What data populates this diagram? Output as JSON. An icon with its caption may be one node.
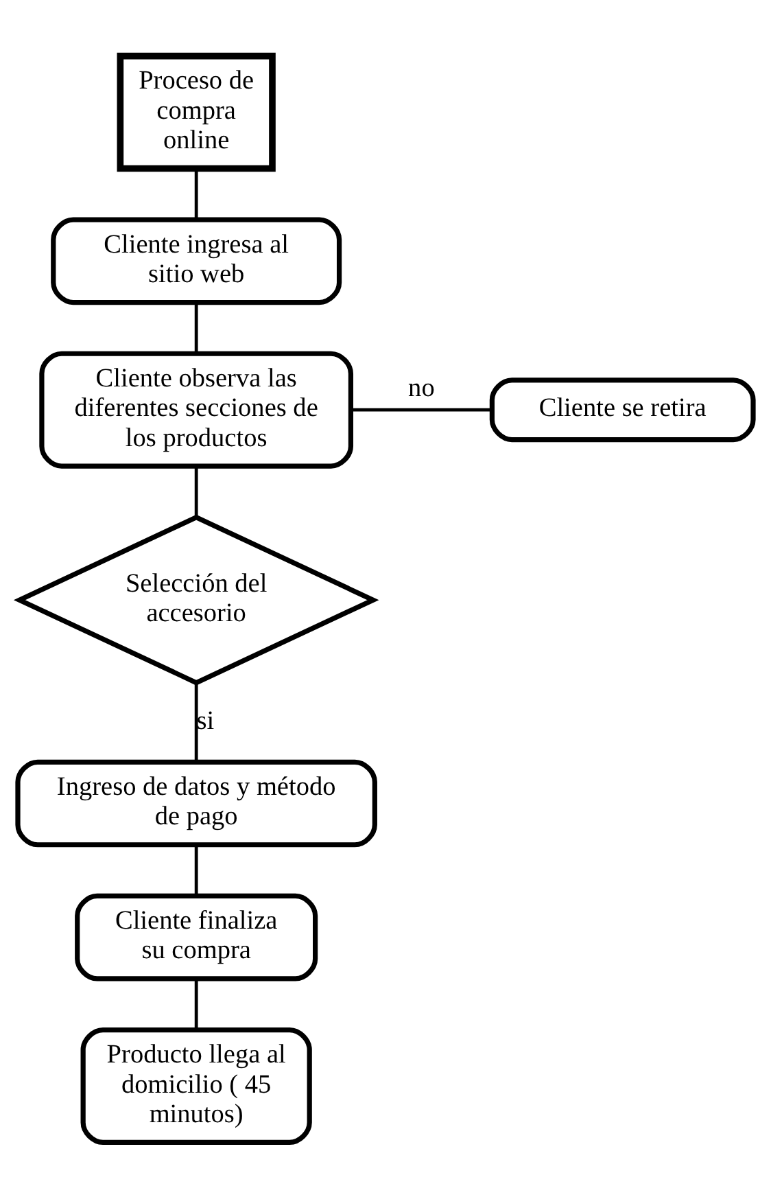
{
  "diagram": {
    "nodes": [
      {
        "text": [
          "Proceso de compra online"
        ]
      },
      {
        "text": [
          "Cliente ingresa al sitio web"
        ]
      },
      {
        "text": [
          "Cliente observa las diferentes secciones de los productos"
        ]
      },
      {
        "text": [
          "Cliente se retira"
        ]
      },
      {
        "text": [
          "Selección del accesorio"
        ]
      },
      {
        "text": [
          "Ingreso de datos y método de pago"
        ]
      },
      {
        "text": [
          "Cliente finaliza su compra"
        ]
      },
      {
        "text": [
          "Producto llega al domicilio ( 45 minutos)"
        ]
      }
    ],
    "edges": [
      {
        "from": 0,
        "to": 1,
        "arrow": "none"
      },
      {
        "from": 1,
        "to": 2,
        "arrow": "none"
      },
      {
        "from": 2,
        "to": 3,
        "arrow": "none",
        "label": "no"
      },
      {
        "from": 2,
        "to": 4,
        "arrow": "none"
      },
      {
        "from": 4,
        "to": 5,
        "arrow": "none",
        "label": "si"
      },
      {
        "from": 5,
        "to": 6,
        "arrow": "none"
      },
      {
        "from": 6,
        "to": 7,
        "arrow": "none"
      }
    ]
  }
}
